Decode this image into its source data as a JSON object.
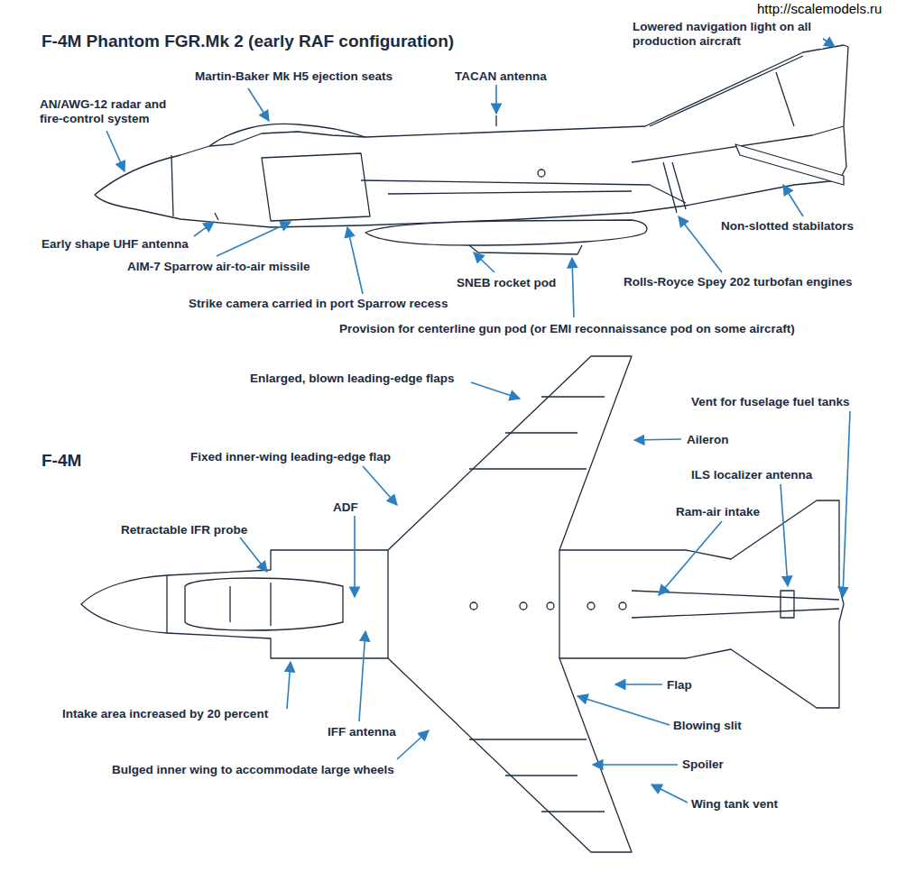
{
  "diagram": {
    "title": "F-4M Phantom FGR.Mk 2 (early RAF configuration)",
    "labels": [
      "Lowered navigation light on all production aircraft",
      "Martin-Baker Mk H5 ejection seats",
      "TACAN antenna",
      "AN/AWG-12 radar and fire-control system",
      "Non-slotted stabilators",
      "Early shape UHF antenna",
      "AIM-7 Sparrow air-to-air missile",
      "SNEB rocket pod",
      "Rolls-Royce Spey 202 turbofan engines",
      "Strike camera carried in port Sparrow recess",
      "Provision for centerline gun pod (or EMI reconnaissance pod on some aircraft)",
      "Enlarged, blown leading-edge flaps",
      "Vent for fuselage fuel tanks",
      "F-4M",
      "Aileron",
      "Fixed inner-wing leading-edge flap",
      "ILS localizer antenna",
      "ADF",
      "Ram-air intake",
      "Retractable IFR probe",
      "Flap",
      "Intake area increased by 20 percent",
      "Blowing slit",
      "IFF antenna",
      "Spoiler",
      "Bulged inner wing to accommodate large wheels",
      "Wing tank vent",
      "http://scalemodels.ru"
    ]
  }
}
